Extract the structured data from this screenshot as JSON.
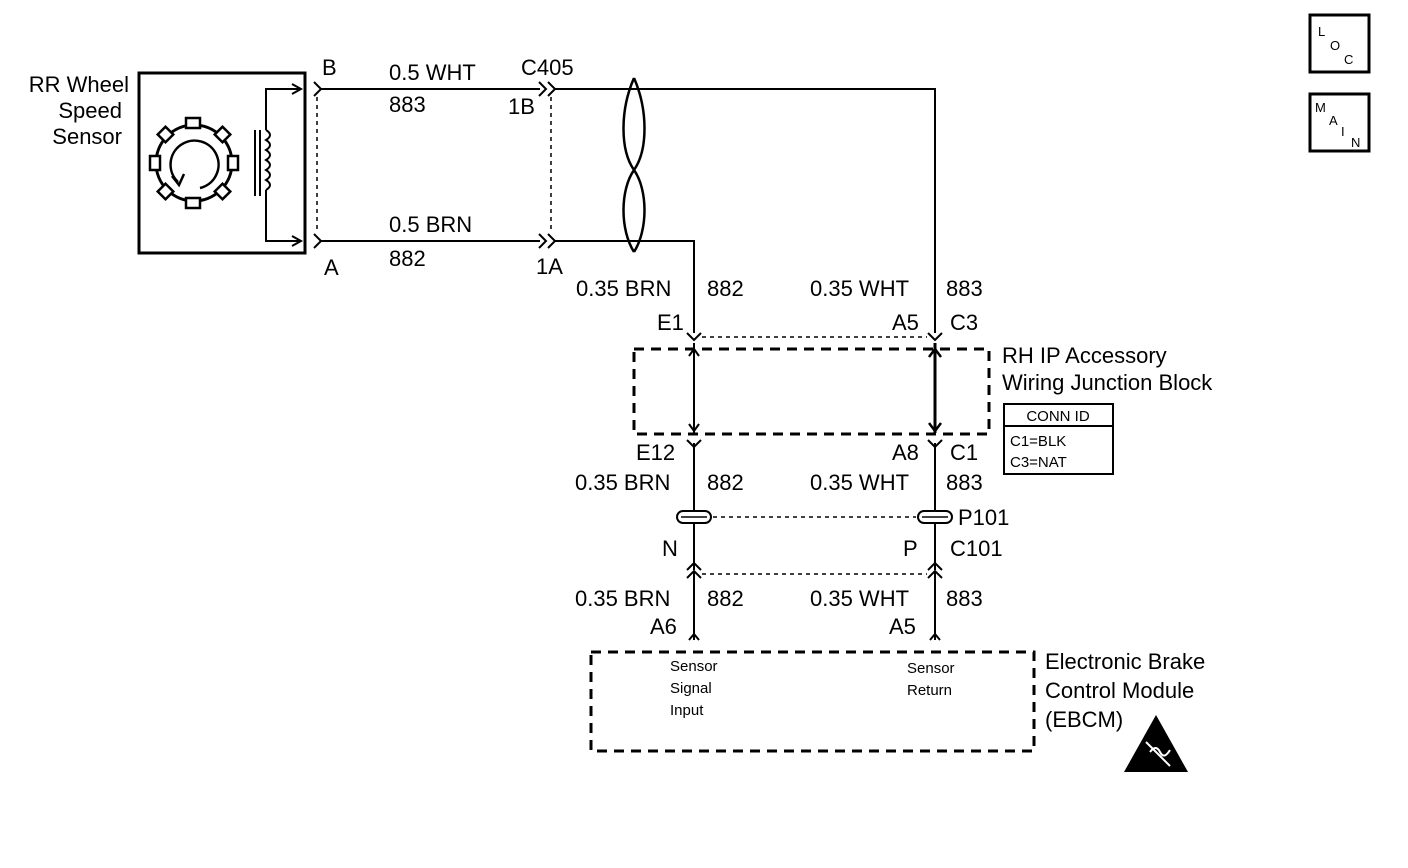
{
  "sensor": {
    "line1": "RR Wheel",
    "line2": "Speed",
    "line3": "Sensor",
    "pin_b": "B",
    "pin_a": "A"
  },
  "wire_top": {
    "gauge_color": "0.5 WHT",
    "circuit": "883"
  },
  "wire_bottom": {
    "gauge_color": "0.5 BRN",
    "circuit": "882"
  },
  "c405": {
    "name": "C405",
    "pin_1b": "1B",
    "pin_1a": "1A"
  },
  "seg1": {
    "left_gauge": "0.35 BRN",
    "left_circuit": "882",
    "right_gauge": "0.35 WHT",
    "right_circuit": "883",
    "pin_e1": "E1",
    "pin_a5": "A5",
    "conn_c3": "C3"
  },
  "junction_block": {
    "line1": "RH IP Accessory",
    "line2": "Wiring Junction Block"
  },
  "conn_id": {
    "title": "CONN ID",
    "line1": "C1=BLK",
    "line2": "C3=NAT"
  },
  "seg2": {
    "pin_e12": "E12",
    "pin_a8": "A8",
    "conn_c1": "C1",
    "left_gauge": "0.35 BRN",
    "left_circuit": "882",
    "right_gauge": "0.35 WHT",
    "right_circuit": "883"
  },
  "p101": {
    "name": "P101"
  },
  "c101": {
    "pin_n": "N",
    "pin_p": "P",
    "name": "C101"
  },
  "seg3": {
    "left_gauge": "0.35 BRN",
    "left_circuit": "882",
    "right_gauge": "0.35 WHT",
    "right_circuit": "883",
    "pin_a6": "A6",
    "pin_a5": "A5"
  },
  "ebcm": {
    "line1": "Electronic Brake",
    "line2": "Control Module",
    "line3": "(EBCM)",
    "sig1": "Sensor",
    "sig2": "Signal",
    "sig3": "Input",
    "ret1": "Sensor",
    "ret2": "Return"
  },
  "loc_icon": {
    "l": "L",
    "o": "O",
    "c": "C"
  },
  "main_icon": {
    "m": "M",
    "a": "A",
    "i": "I",
    "n": "N"
  }
}
